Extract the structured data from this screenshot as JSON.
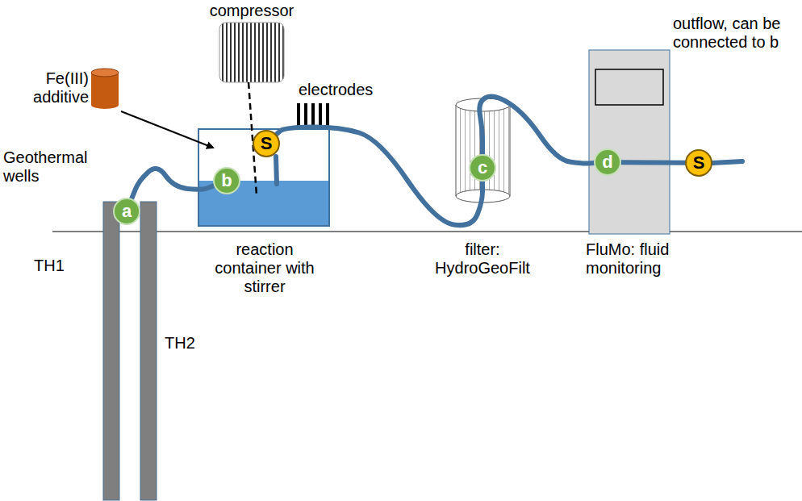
{
  "diagram": {
    "nodes": [
      {
        "text": [
          "a"
        ]
      },
      {
        "text": [
          "b"
        ]
      },
      {
        "text": [
          "S"
        ]
      },
      {
        "text": [
          "c"
        ]
      },
      {
        "text": [
          "d"
        ]
      },
      {
        "text": [
          "S"
        ]
      }
    ],
    "edges": [
      {
        "from": 0,
        "to": 1,
        "arrow": "none"
      },
      {
        "from": 2,
        "to": 3,
        "arrow": "none"
      },
      {
        "from": 3,
        "to": 4,
        "arrow": "none"
      },
      {
        "from": 4,
        "to": 5,
        "arrow": "none"
      }
    ],
    "labels": [
      "compressor",
      "Fe(III) additive",
      "electrodes",
      "Geothermal wells",
      "TH1",
      "TH2",
      "reaction container with stirrer",
      "filter: HydroGeoFilt",
      "FluMo: fluid monitoring",
      "outflow, can be connected to b"
    ]
  }
}
